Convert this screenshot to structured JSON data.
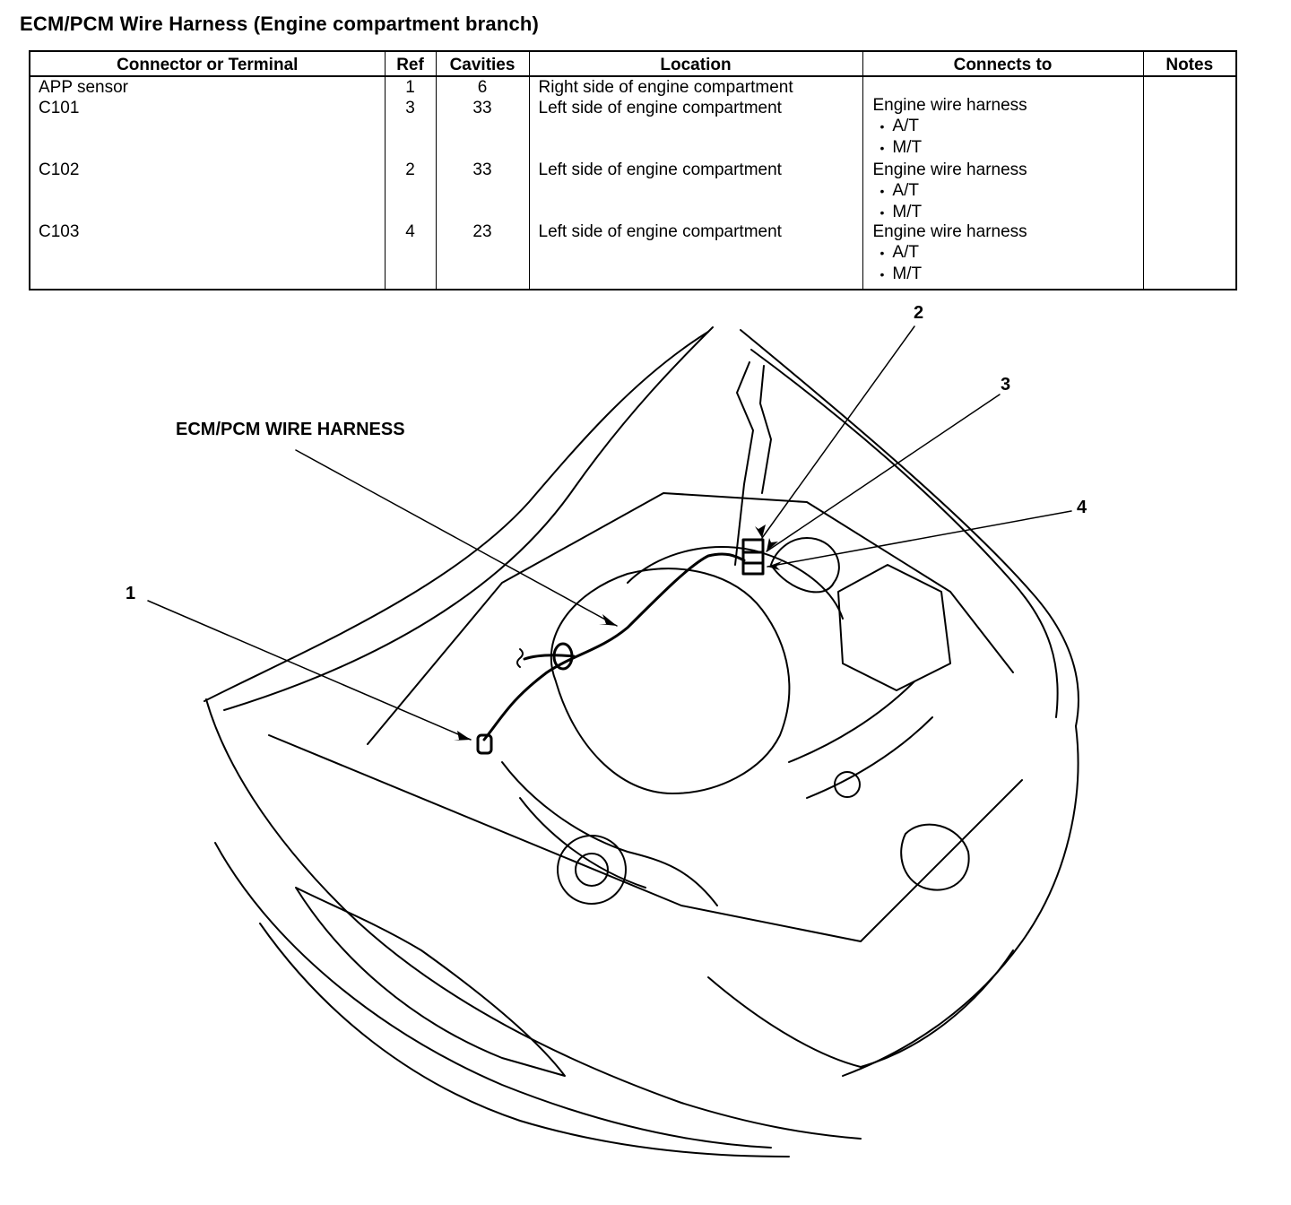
{
  "title": "ECM/PCM Wire Harness (Engine compartment branch)",
  "table": {
    "headers": [
      "Connector or Terminal",
      "Ref",
      "Cavities",
      "Location",
      "Connects to",
      "Notes"
    ],
    "rows": [
      {
        "name": "APP sensor",
        "ref": "1",
        "cavities": "6",
        "location": "Right side of engine compartment",
        "connects_to": "",
        "bullets": [],
        "notes": ""
      },
      {
        "name": "C101",
        "ref": "3",
        "cavities": "33",
        "location": "Left side of engine compartment",
        "connects_to": "Engine wire harness",
        "bullets": [
          "A/T",
          "M/T"
        ],
        "notes": ""
      },
      {
        "name": "C102",
        "ref": "2",
        "cavities": "33",
        "location": "Left side of engine compartment",
        "connects_to": "Engine wire harness",
        "bullets": [
          "A/T",
          "M/T"
        ],
        "notes": ""
      },
      {
        "name": "C103",
        "ref": "4",
        "cavities": "23",
        "location": "Left side of engine compartment",
        "connects_to": "Engine wire harness",
        "bullets": [
          "A/T",
          "M/T"
        ],
        "notes": ""
      }
    ]
  },
  "diagram": {
    "harness_label": "ECM/PCM WIRE HARNESS",
    "callouts": [
      "1",
      "2",
      "3",
      "4"
    ]
  }
}
